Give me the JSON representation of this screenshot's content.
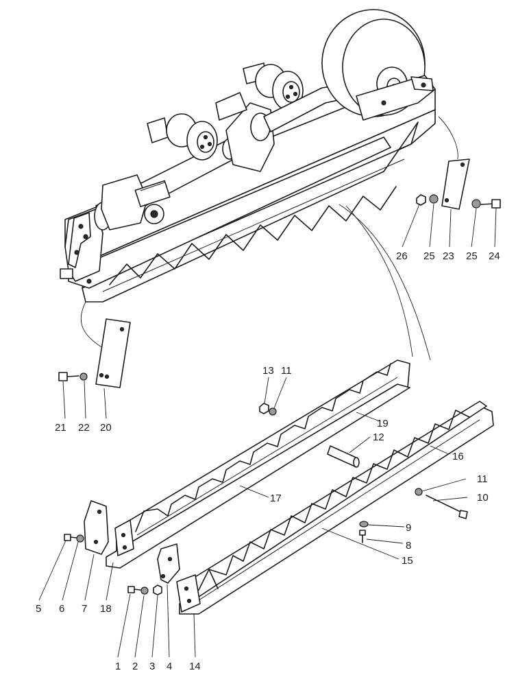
{
  "callouts": [
    {
      "id": "1",
      "text": "1"
    },
    {
      "id": "2",
      "text": "2"
    },
    {
      "id": "3",
      "text": "3"
    },
    {
      "id": "4",
      "text": "4"
    },
    {
      "id": "5",
      "text": "5"
    },
    {
      "id": "6",
      "text": "6"
    },
    {
      "id": "7",
      "text": "7"
    },
    {
      "id": "8",
      "text": "8"
    },
    {
      "id": "9",
      "text": "9"
    },
    {
      "id": "10",
      "text": "10"
    },
    {
      "id": "11a",
      "text": "11"
    },
    {
      "id": "11b",
      "text": "11"
    },
    {
      "id": "12",
      "text": "12"
    },
    {
      "id": "13",
      "text": "13"
    },
    {
      "id": "14",
      "text": "14"
    },
    {
      "id": "15",
      "text": "15"
    },
    {
      "id": "16",
      "text": "16"
    },
    {
      "id": "17",
      "text": "17"
    },
    {
      "id": "18",
      "text": "18"
    },
    {
      "id": "19",
      "text": "19"
    },
    {
      "id": "20",
      "text": "20"
    },
    {
      "id": "21",
      "text": "21"
    },
    {
      "id": "22",
      "text": "22"
    },
    {
      "id": "23",
      "text": "23"
    },
    {
      "id": "24",
      "text": "24"
    },
    {
      "id": "25a",
      "text": "25"
    },
    {
      "id": "25b",
      "text": "25"
    },
    {
      "id": "26",
      "text": "26"
    }
  ]
}
